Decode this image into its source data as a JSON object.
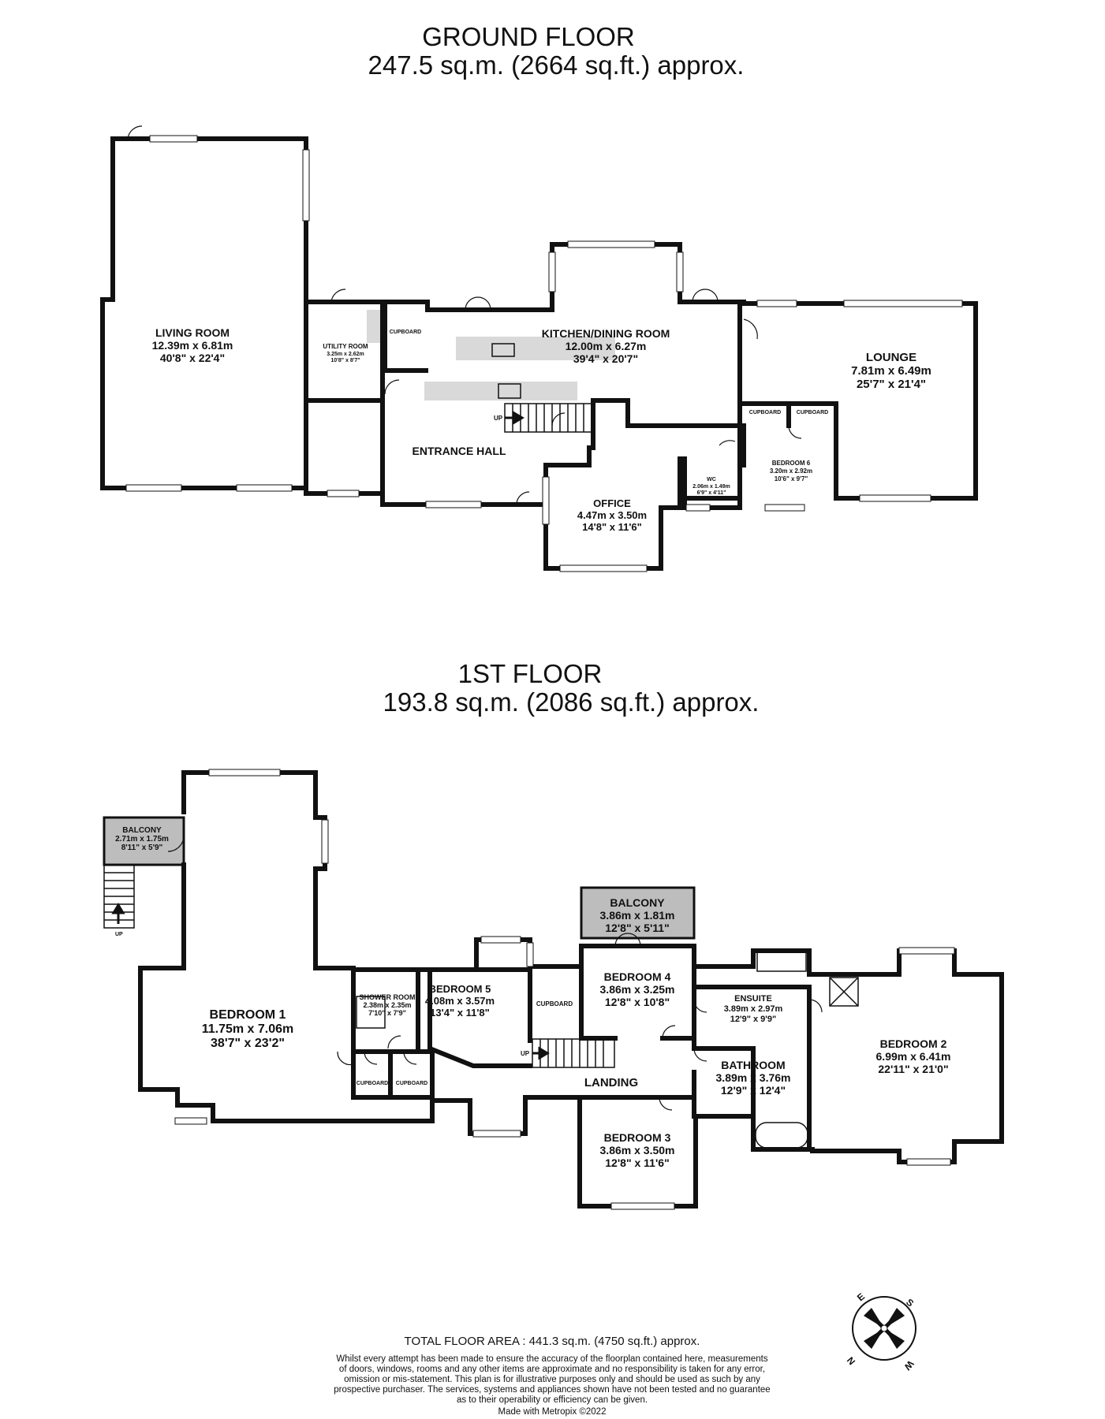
{
  "ground_floor": {
    "title": "GROUND FLOOR",
    "area": "247.5 sq.m. (2664 sq.ft.) approx.",
    "rooms": [
      {
        "id": "living-room",
        "name": "LIVING ROOM",
        "metric": "12.39m  x 6.81m",
        "imperial": "40'8\"  x 22'4\""
      },
      {
        "id": "utility-room",
        "name": "UTILITY ROOM",
        "metric": "3.25m  x 2.62m",
        "imperial": "10'8\"  x 8'7\""
      },
      {
        "id": "cupboard-gf1",
        "name": "CUPBOARD"
      },
      {
        "id": "kitchen-dining-room",
        "name": "KITCHEN/DINING ROOM",
        "metric": "12.00m  x 6.27m",
        "imperial": "39'4\"  x 20'7\""
      },
      {
        "id": "lounge",
        "name": "LOUNGE",
        "metric": "7.81m  x 6.49m",
        "imperial": "25'7\"  x 21'4\""
      },
      {
        "id": "entrance-hall",
        "name": "ENTRANCE HALL"
      },
      {
        "id": "office",
        "name": "OFFICE",
        "metric": "4.47m  x 3.50m",
        "imperial": "14'8\"  x 11'6\""
      },
      {
        "id": "wc",
        "name": "WC",
        "metric": "2.06m  x 1.49m",
        "imperial": "6'9\"  x 4'11\""
      },
      {
        "id": "bedroom-6",
        "name": "BEDROOM 6",
        "metric": "3.20m  x 2.92m",
        "imperial": "10'6\"  x 9'7\""
      },
      {
        "id": "cupboard-gf2",
        "name": "CUPBOARD"
      },
      {
        "id": "cupboard-gf3",
        "name": "CUPBOARD"
      }
    ],
    "stairs_label": "UP"
  },
  "first_floor": {
    "title": "1ST FLOOR",
    "area": "193.8 sq.m. (2086 sq.ft.) approx.",
    "rooms": [
      {
        "id": "balcony-small",
        "name": "BALCONY",
        "metric": "2.71m  x 1.75m",
        "imperial": "8'11\"  x 5'9\""
      },
      {
        "id": "bedroom-1",
        "name": "BEDROOM 1",
        "metric": "11.75m  x 7.06m",
        "imperial": "38'7\"  x 23'2\""
      },
      {
        "id": "shower-room",
        "name": "SHOWER ROOM",
        "metric": "2.38m  x 2.35m",
        "imperial": "7'10\"  x 7'9\""
      },
      {
        "id": "bedroom-5",
        "name": "BEDROOM 5",
        "metric": "4.08m  x 3.57m",
        "imperial": "13'4\"  x 11'8\""
      },
      {
        "id": "cupboard-ff1",
        "name": "CUPBOARD"
      },
      {
        "id": "balcony-large",
        "name": "BALCONY",
        "metric": "3.86m  x 1.81m",
        "imperial": "12'8\"  x 5'11\""
      },
      {
        "id": "bedroom-4",
        "name": "BEDROOM 4",
        "metric": "3.86m  x 3.25m",
        "imperial": "12'8\"  x 10'8\""
      },
      {
        "id": "ensuite",
        "name": "ENSUITE",
        "metric": "3.89m  x 2.97m",
        "imperial": "12'9\"  x 9'9\""
      },
      {
        "id": "bedroom-2",
        "name": "BEDROOM 2",
        "metric": "6.99m  x 6.41m",
        "imperial": "22'11\"  x 21'0\""
      },
      {
        "id": "bathroom",
        "name": "BATHROOM",
        "metric": "3.89m  x 3.76m",
        "imperial": "12'9\"  x 12'4\""
      },
      {
        "id": "landing",
        "name": "LANDING"
      },
      {
        "id": "bedroom-3",
        "name": "BEDROOM 3",
        "metric": "3.86m  x 3.50m",
        "imperial": "12'8\"  x 11'6\""
      },
      {
        "id": "cupboard-ff2",
        "name": "CUPBOARD"
      },
      {
        "id": "cupboard-ff3",
        "name": "CUPBOARD"
      }
    ],
    "stairs_label_1": "UP",
    "stairs_label_2": "UP"
  },
  "footer": {
    "total": "TOTAL FLOOR AREA : 441.3 sq.m. (4750 sq.ft.) approx.",
    "disclaimer": [
      "Whilst every attempt has been made to ensure the accuracy of the floorplan contained here, measurements",
      "of doors, windows, rooms and any other items are approximate and no responsibility is taken for any error,",
      "omission or mis-statement. This plan is for illustrative purposes only and should be used as such by any",
      "prospective purchaser. The services, systems and appliances shown have not been tested and no guarantee",
      "as to their operability or efficiency can be given."
    ],
    "credit": "Made with Metropix ©2022"
  },
  "compass": {
    "n": "N",
    "e": "E",
    "s": "S",
    "w": "W"
  }
}
